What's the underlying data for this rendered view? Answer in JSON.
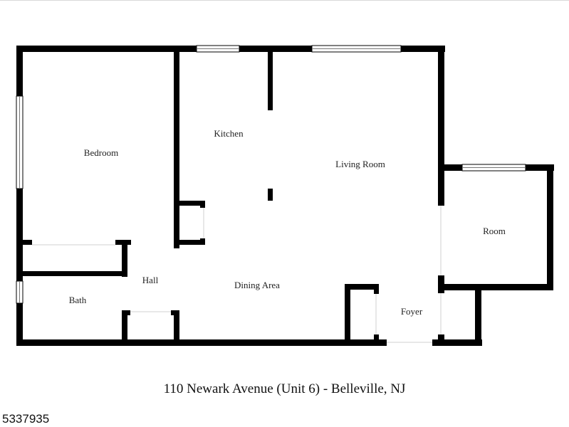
{
  "rooms": {
    "bedroom": "Bedroom",
    "kitchen": "Kitchen",
    "living_room": "Living Room",
    "room": "Room",
    "hall": "Hall",
    "bath": "Bath",
    "dining_area": "Dining Area",
    "foyer": "Foyer"
  },
  "caption": "110 Newark Avenue (Unit 6) - Belleville, NJ",
  "listing_id": "5337935"
}
